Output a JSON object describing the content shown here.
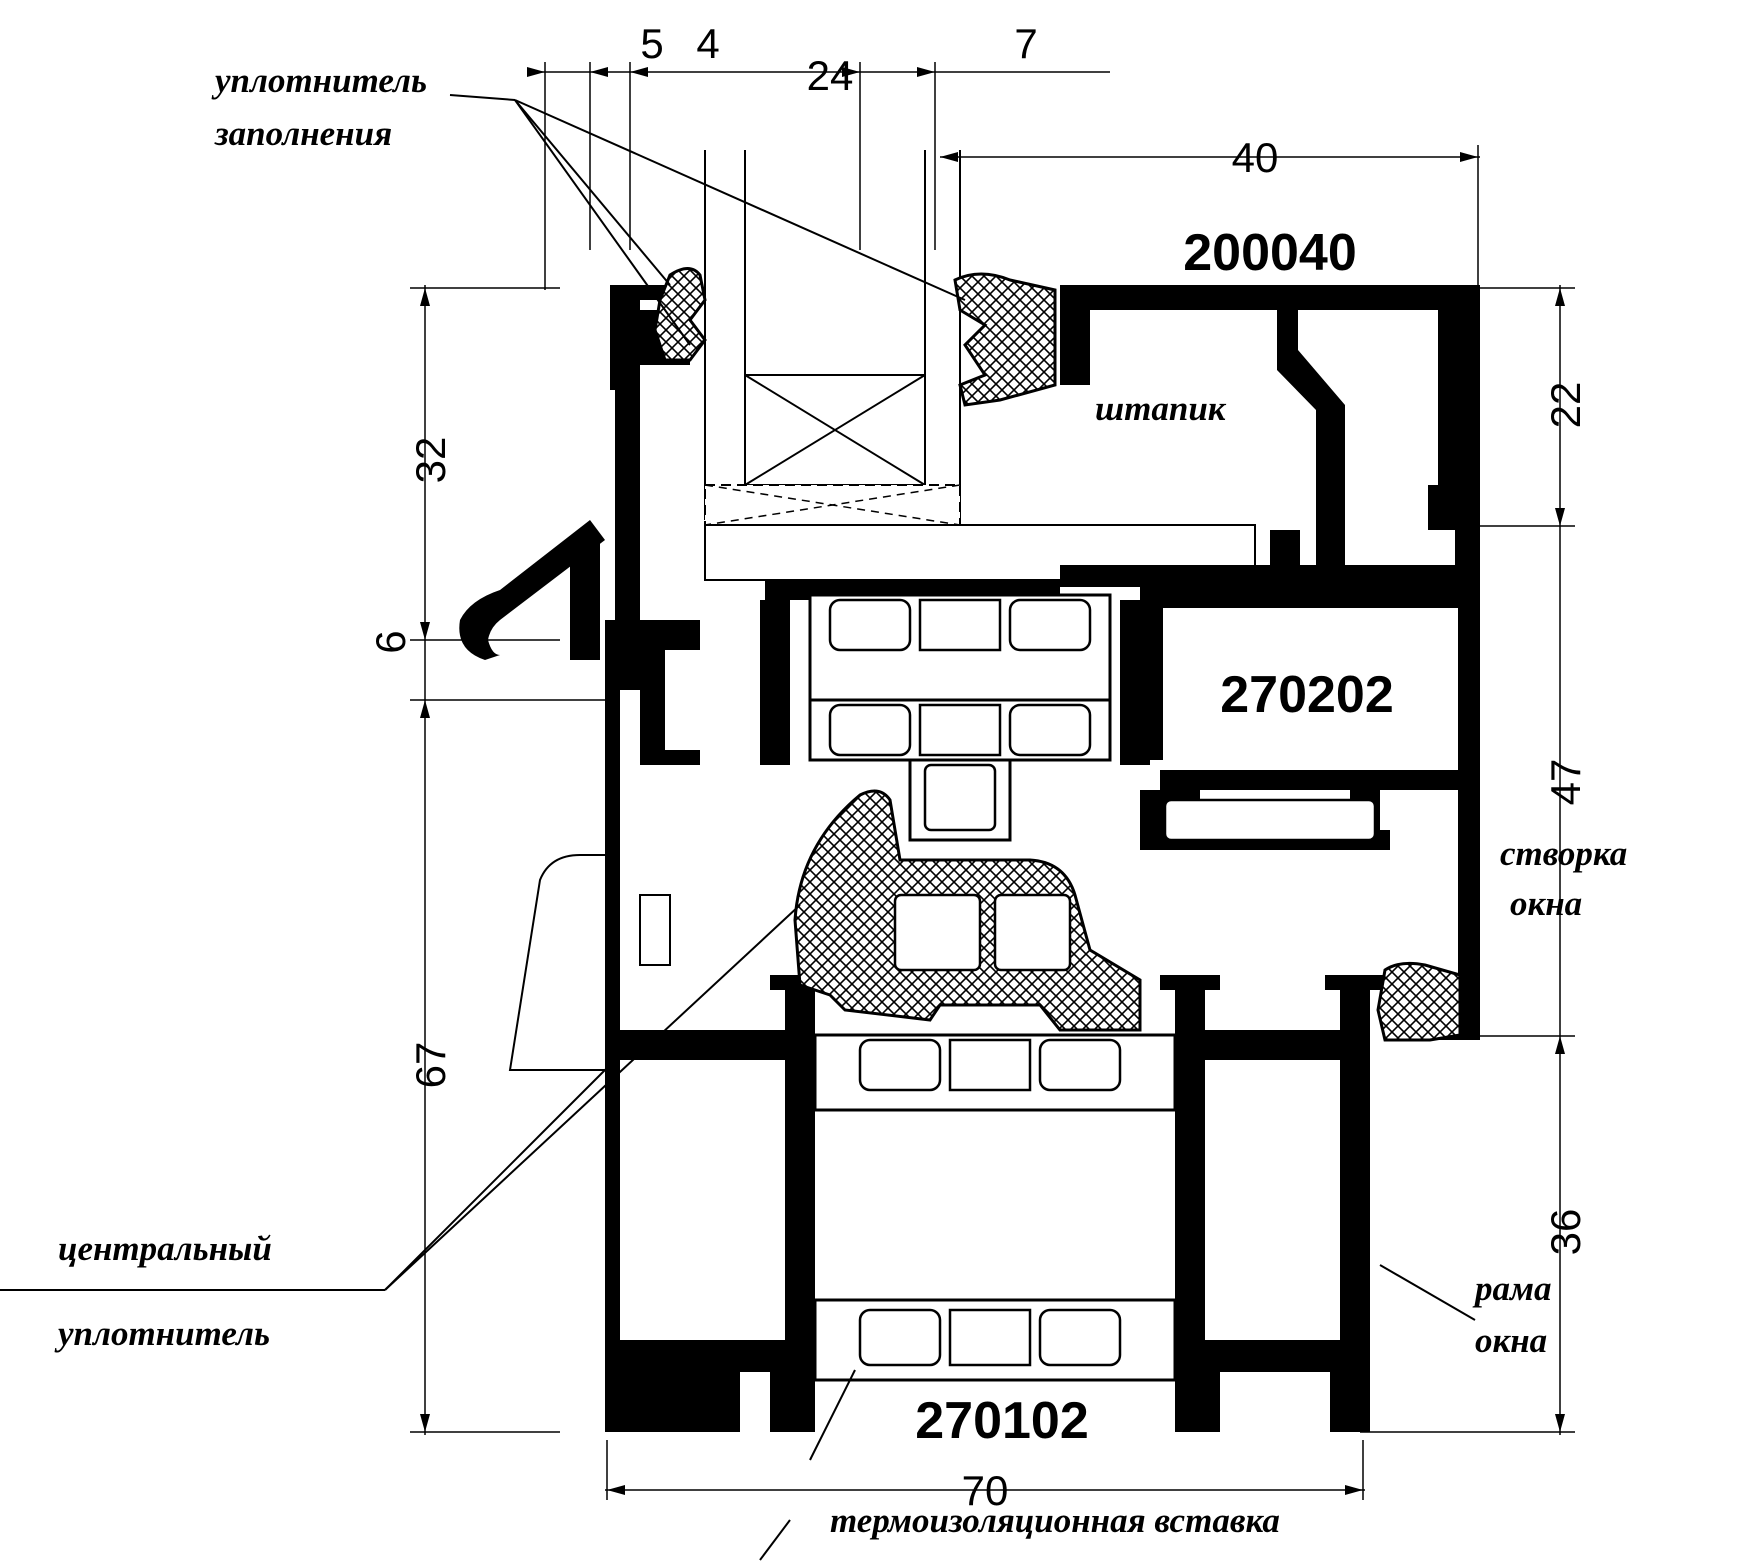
{
  "dimensions": {
    "d5": "5",
    "d4": "4",
    "d24": "24",
    "d7": "7",
    "d40": "40",
    "d22": "22",
    "d32": "32",
    "d6": "6",
    "d47": "47",
    "d67": "67",
    "d36": "36",
    "d70": "70"
  },
  "profiles": {
    "bead": "200040",
    "sash": "270202",
    "frame": "270102"
  },
  "labels": {
    "glazing_seal_1": "уплотнитель",
    "glazing_seal_2": "заполнения",
    "bead": "штапик",
    "sash_1": "створка",
    "sash_2": "окна",
    "center_seal_1": "центральный",
    "center_seal_2": "уплотнитель",
    "frame_1": "рама",
    "frame_2": "окна",
    "thermal_insert": "термоизоляционная вставка"
  }
}
